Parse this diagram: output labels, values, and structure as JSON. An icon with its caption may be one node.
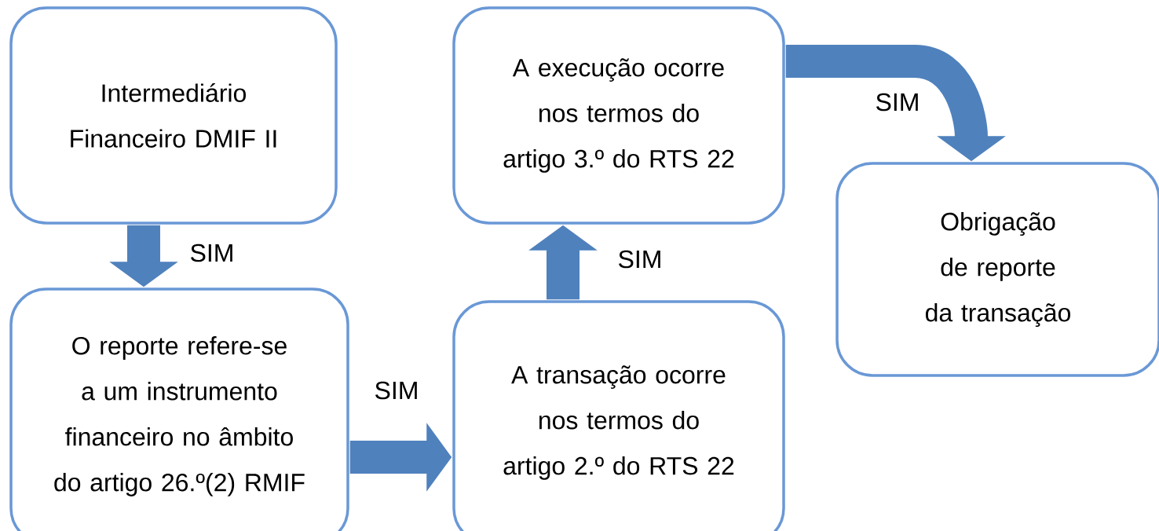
{
  "diagram": {
    "nodes": [
      {
        "text": [
          "Intermediário Financeiro DMIF II"
        ]
      },
      {
        "text": [
          "O reporte refere-se a um instrumento financeiro no âmbito do artigo 26.º(2) RMIF"
        ]
      },
      {
        "text": [
          "A transação ocorre nos termos do artigo 2.º do RTS 22"
        ]
      },
      {
        "text": [
          "A execução ocorre nos termos do artigo 3.º do RTS 22"
        ]
      },
      {
        "text": [
          "Obrigação de reporte da transação"
        ]
      }
    ],
    "edges": [
      {
        "from": 0,
        "to": 1,
        "arrow": "to",
        "label": "SIM"
      },
      {
        "from": 1,
        "to": 2,
        "arrow": "to",
        "label": "SIM"
      },
      {
        "from": 2,
        "to": 3,
        "arrow": "to",
        "label": "SIM"
      },
      {
        "from": 3,
        "to": 4,
        "arrow": "to",
        "label": "SIM"
      }
    ]
  }
}
